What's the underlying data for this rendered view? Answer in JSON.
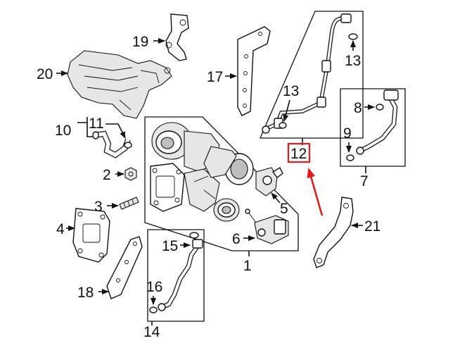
{
  "callouts": {
    "c1": "1",
    "c2": "2",
    "c3": "3",
    "c4": "4",
    "c5": "5",
    "c6": "6",
    "c7": "7",
    "c8": "8",
    "c9": "9",
    "c10": "10",
    "c11": "11",
    "c12": "12",
    "c13a": "13",
    "c13b": "13",
    "c14": "14",
    "c15": "15",
    "c16": "16",
    "c17": "17",
    "c18": "18",
    "c19": "19",
    "c20": "20",
    "c21": "21"
  },
  "highlight": {
    "callout": "12",
    "color": "#e31b1b"
  }
}
